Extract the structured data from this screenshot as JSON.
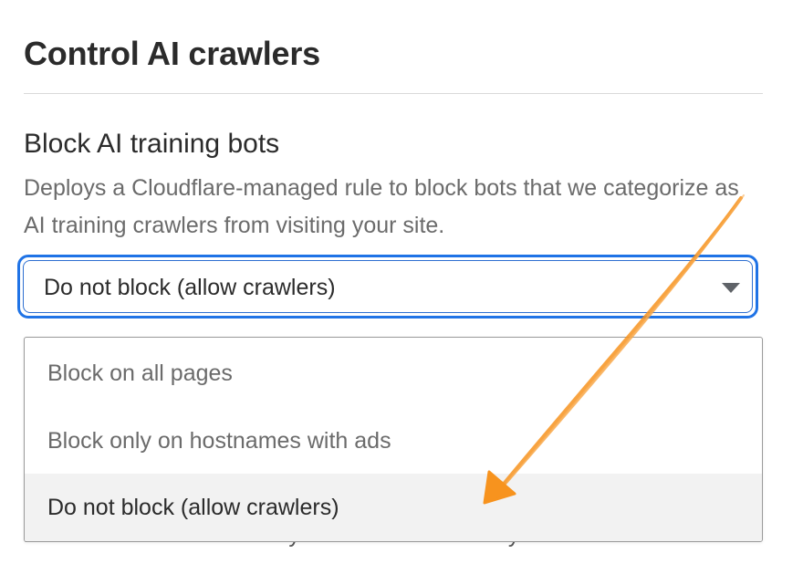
{
  "page": {
    "title": "Control AI crawlers"
  },
  "section": {
    "heading": "Block AI training bots",
    "description": "Deploys a Cloudflare-managed rule to block bots that we categorize as AI training crawlers from visiting your site."
  },
  "select": {
    "value": "Do not block (allow crawlers)",
    "options": [
      "Block on all pages",
      "Block only on hostnames with ads",
      "Do not block (allow crawlers)"
    ],
    "highlighted_index": 2
  },
  "obscured_text": "bots and crawlers how they should interact with your site.",
  "annotation": {
    "icon": "hand-drawn-arrow-icon",
    "color": "#f7931e"
  },
  "colors": {
    "focus_ring": "#1f73e6",
    "text": "#2b2b2b",
    "muted_text": "#6b6b6b",
    "highlight_bg": "#f2f2f2"
  }
}
